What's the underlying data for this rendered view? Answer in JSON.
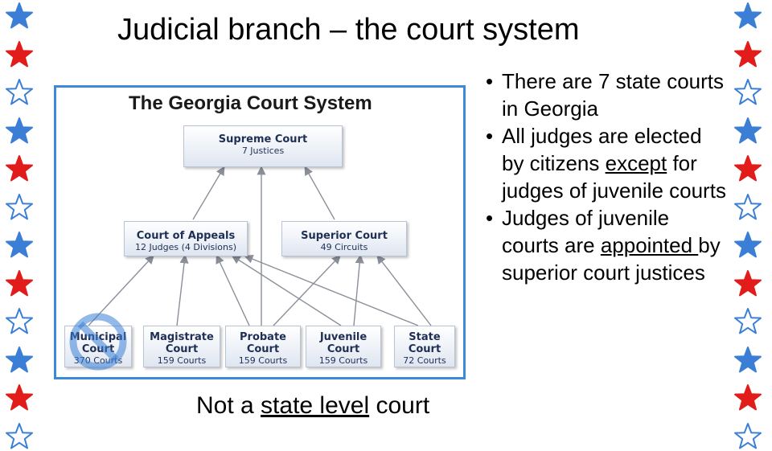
{
  "slide": {
    "title": "Judicial branch – the court system",
    "note": {
      "before": "Not a ",
      "underlined": "state level",
      "after": " court"
    }
  },
  "diagram": {
    "title": "The Georgia Court System",
    "nodes": {
      "supreme": {
        "name": "Supreme Court",
        "sub": "7 Justices"
      },
      "appeals": {
        "name": "Court of Appeals",
        "sub": "12 Judges (4 Divisions)"
      },
      "superior": {
        "name": "Superior Court",
        "sub": "49 Circuits"
      },
      "municipal": {
        "name": "Municipal Court",
        "sub": "370 Courts"
      },
      "magistrate": {
        "name": "Magistrate Court",
        "sub": "159 Courts"
      },
      "probate": {
        "name": "Probate Court",
        "sub": "159 Courts"
      },
      "juvenile": {
        "name": "Juvenile Court",
        "sub": "159 Courts"
      },
      "state": {
        "name": "State Court",
        "sub": "72 Courts"
      }
    }
  },
  "bullets": [
    {
      "parts": [
        {
          "t": "There are 7 state courts in Georgia"
        }
      ]
    },
    {
      "parts": [
        {
          "t": "All judges are elected by citizens "
        },
        {
          "t": "except",
          "u": true
        },
        {
          "t": " for judges of juvenile courts"
        }
      ]
    },
    {
      "parts": [
        {
          "t": "Judges of juvenile courts are "
        },
        {
          "t": "appointed ",
          "u": true
        },
        {
          "t": " by superior court justices"
        }
      ]
    }
  ],
  "bullet_glyph": "•",
  "decor": {
    "left_stars": [
      "blue-filled",
      "red-filled",
      "blue-outline",
      "blue-filled",
      "red-filled",
      "blue-outline",
      "blue-filled",
      "red-filled",
      "blue-outline",
      "blue-filled",
      "red-filled",
      "blue-outline"
    ],
    "right_stars": [
      "blue-filled",
      "red-filled",
      "blue-outline",
      "blue-filled",
      "red-filled",
      "blue-outline",
      "blue-filled",
      "red-filled",
      "blue-outline",
      "blue-filled",
      "red-filled",
      "blue-outline"
    ],
    "colors": {
      "blue": "#3a7fd5",
      "red": "#e21b1b",
      "diagram_border": "#3a8ad6",
      "node_text": "#1e2f55"
    },
    "prohibit_icon": "prohibition-sign-icon"
  }
}
